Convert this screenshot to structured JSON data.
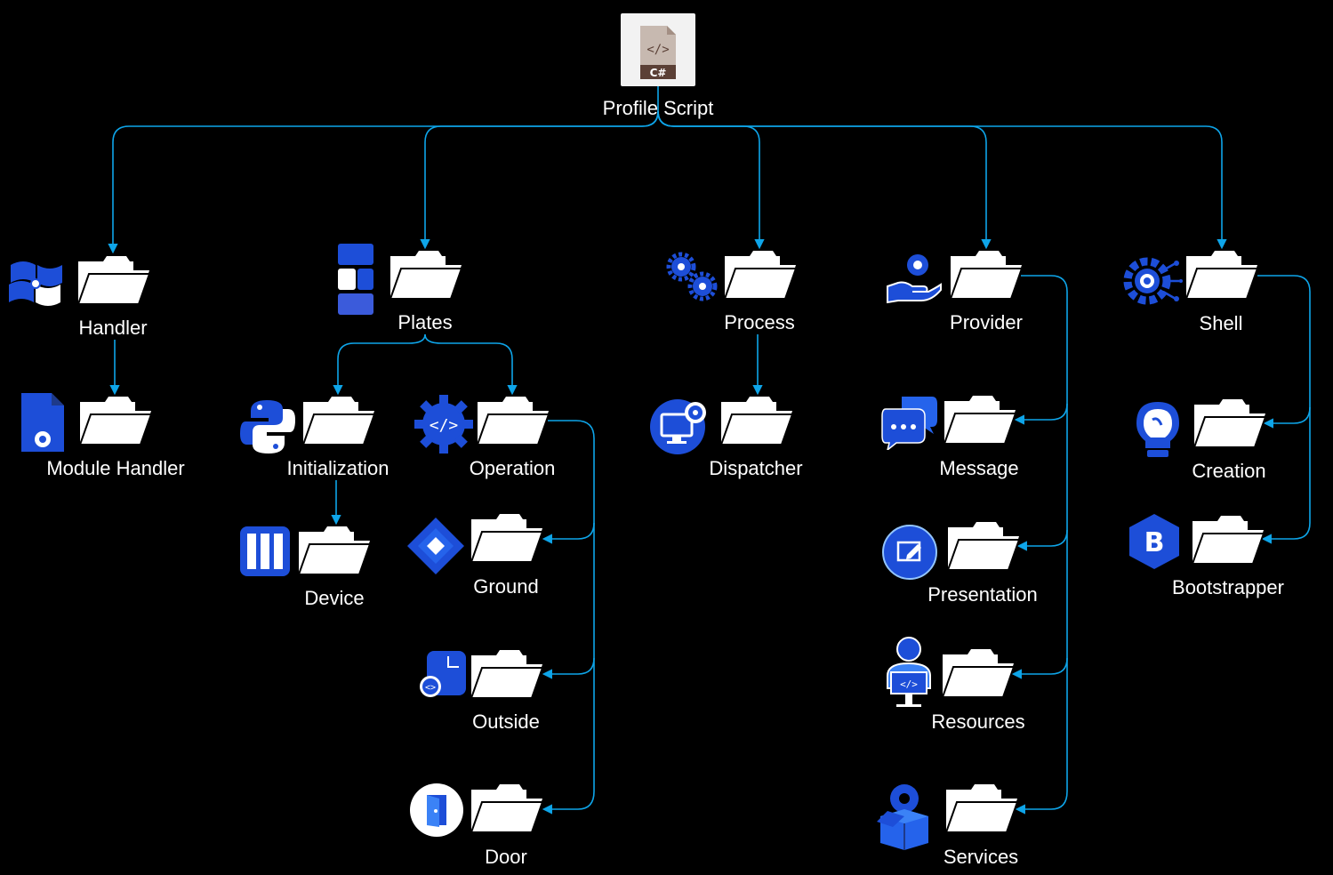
{
  "colors": {
    "background": "#000000",
    "edge": "#0ea5e9",
    "icon_blue": "#1d4ed8",
    "folder": "#ffffff",
    "text": "#ffffff"
  },
  "root": {
    "label": "Profile Script",
    "icon": "csharp-file-icon"
  },
  "nodes": {
    "handler": {
      "label": "Handler",
      "icon": "windows-flag-icon"
    },
    "module_handler": {
      "label": "Module Handler",
      "icon": "file-gear-icon"
    },
    "plates": {
      "label": "Plates",
      "icon": "blocks-icon"
    },
    "initialization": {
      "label": "Initialization",
      "icon": "python-icon"
    },
    "device": {
      "label": "Device",
      "icon": "columns-icon"
    },
    "operation": {
      "label": "Operation",
      "icon": "code-gear-icon"
    },
    "ground": {
      "label": "Ground",
      "icon": "jira-diamond-icon"
    },
    "outside": {
      "label": "Outside",
      "icon": "code-page-icon"
    },
    "door": {
      "label": "Door",
      "icon": "door-icon"
    },
    "process": {
      "label": "Process",
      "icon": "gears-icon"
    },
    "dispatcher": {
      "label": "Dispatcher",
      "icon": "monitor-gear-icon"
    },
    "provider": {
      "label": "Provider",
      "icon": "hand-gear-icon"
    },
    "message": {
      "label": "Message",
      "icon": "chat-bubbles-icon"
    },
    "presentation": {
      "label": "Presentation",
      "icon": "edit-circle-icon"
    },
    "resources": {
      "label": "Resources",
      "icon": "developer-icon"
    },
    "services": {
      "label": "Services",
      "icon": "box-gear-icon"
    },
    "shell": {
      "label": "Shell",
      "icon": "gear-circuit-icon"
    },
    "creation": {
      "label": "Creation",
      "icon": "lightbulb-icon"
    },
    "bootstrapper": {
      "label": "Bootstrapper",
      "icon": "bootstrap-icon"
    }
  }
}
